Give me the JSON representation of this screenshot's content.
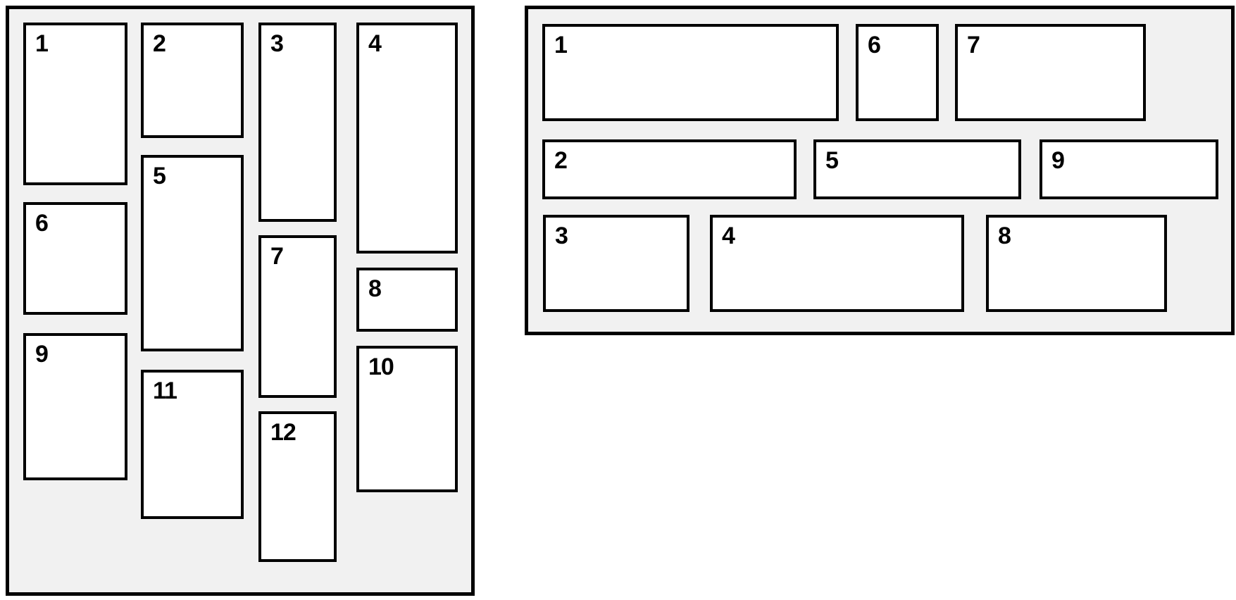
{
  "colors": {
    "page_background": "#ffffff",
    "panel_background": "#f1f1f1",
    "border": "#000000",
    "box_background": "#ffffff",
    "label_text": "#000000"
  },
  "left_panel": {
    "items": [
      {
        "label": "1"
      },
      {
        "label": "2"
      },
      {
        "label": "3"
      },
      {
        "label": "4"
      },
      {
        "label": "5"
      },
      {
        "label": "6"
      },
      {
        "label": "7"
      },
      {
        "label": "8"
      },
      {
        "label": "9"
      },
      {
        "label": "10"
      },
      {
        "label": "11"
      },
      {
        "label": "12"
      }
    ]
  },
  "right_panel": {
    "items": [
      {
        "label": "1"
      },
      {
        "label": "2"
      },
      {
        "label": "3"
      },
      {
        "label": "4"
      },
      {
        "label": "5"
      },
      {
        "label": "6"
      },
      {
        "label": "7"
      },
      {
        "label": "8"
      },
      {
        "label": "9"
      }
    ]
  }
}
